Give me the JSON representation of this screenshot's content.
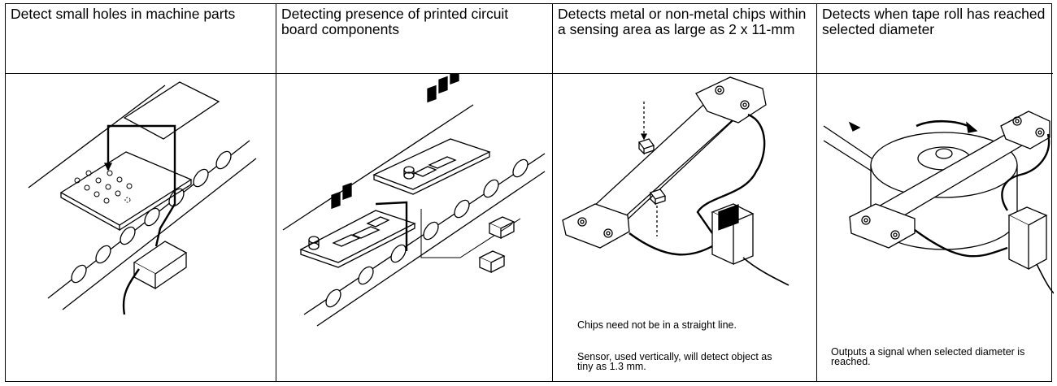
{
  "cells": [
    {
      "heading": "Detect small holes in machine parts"
    },
    {
      "heading": "Detecting presence of printed circuit board components"
    },
    {
      "heading": "Detects metal or non-metal chips within a sensing area as large as 2 x 11-mm",
      "note_1": "Chips need not be in a straight line.",
      "note_2": "Sensor, used vertically, will detect object as tiny as 1.3 mm."
    },
    {
      "heading": "Detects when tape roll has reached selected diameter",
      "note_1": "Outputs a signal when selected diameter is reached."
    }
  ]
}
